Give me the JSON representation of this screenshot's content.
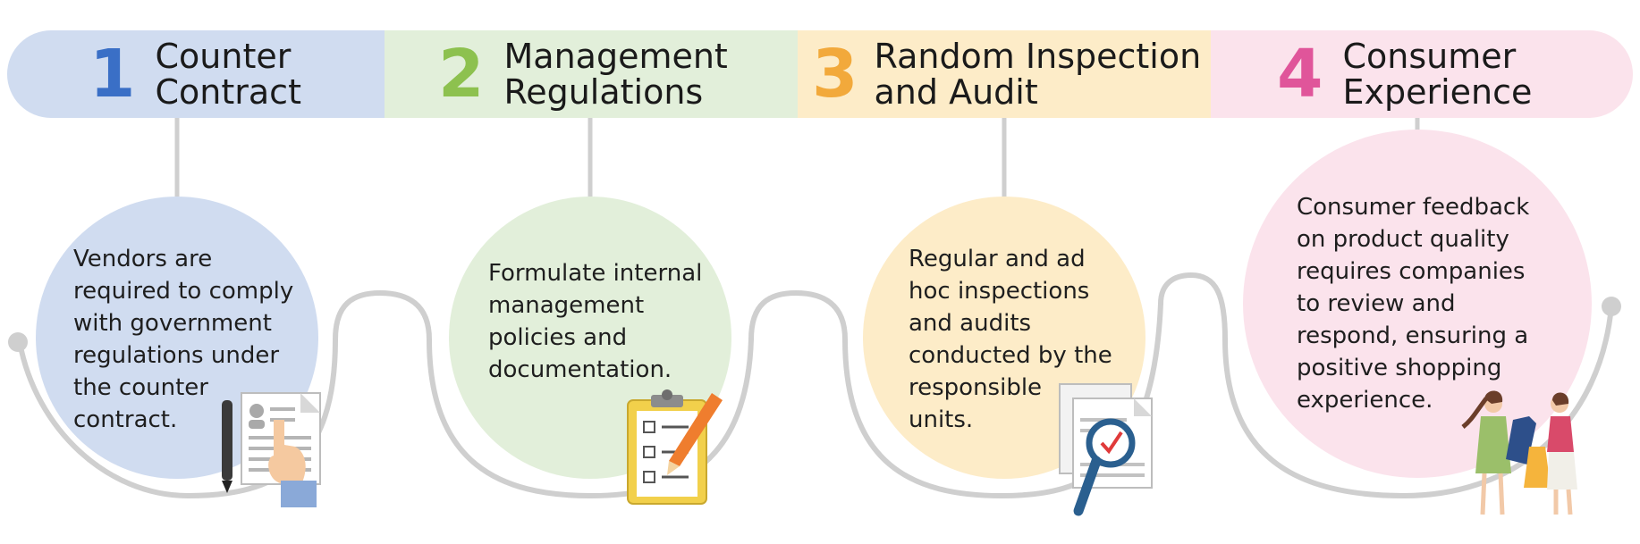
{
  "steps": [
    {
      "number": "1",
      "title_lines": [
        "Counter",
        "Contract"
      ],
      "desc_lines": [
        "Vendors are",
        "required to comply",
        "with government",
        "regulations under",
        "the counter",
        "contract."
      ],
      "band_color": "#d0dcf0",
      "circle_color": "#d0dcf0",
      "number_color": "#3a6fc6",
      "icon": "contract-signing-icon"
    },
    {
      "number": "2",
      "title_lines": [
        "Management",
        "Regulations"
      ],
      "desc_lines": [
        "Formulate internal",
        "management",
        "policies and",
        "documentation."
      ],
      "band_color": "#e2efda",
      "circle_color": "#e2efda",
      "number_color": "#8dc14f",
      "icon": "clipboard-checklist-icon"
    },
    {
      "number": "3",
      "title_lines": [
        "Random Inspection",
        "and Audit"
      ],
      "desc_lines": [
        "Regular and ad",
        "hoc inspections",
        "and audits",
        "conducted by the",
        "responsible",
        "units."
      ],
      "band_color": "#fdecc8",
      "circle_color": "#fdecc8",
      "number_color": "#f2a93b",
      "icon": "document-magnifier-icon"
    },
    {
      "number": "4",
      "title_lines": [
        "Consumer",
        "Experience"
      ],
      "desc_lines": [
        "Consumer feedback",
        "on product quality",
        "requires companies",
        "to review and",
        "respond, ensuring a",
        "positive shopping",
        "experience."
      ],
      "band_color": "#fbe3ec",
      "circle_color": "#fbe3ec",
      "number_color": "#e0559a",
      "icon": "shoppers-clothing-icon"
    }
  ],
  "connector_color": "#cfcfcf"
}
